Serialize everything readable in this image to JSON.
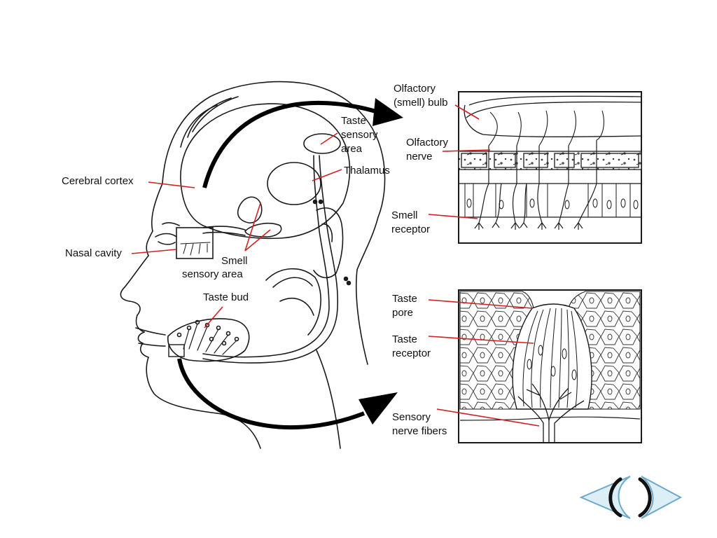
{
  "labels": {
    "cerebral_cortex": "Cerebral cortex",
    "nasal_cavity": "Nasal cavity",
    "smell_sensory_area_1": "Smell",
    "smell_sensory_area_2": "sensory area",
    "taste_bud": "Taste bud",
    "taste_sensory_area_1": "Taste",
    "taste_sensory_area_2": "sensory",
    "taste_sensory_area_3": "area",
    "thalamus": "Thalamus",
    "olfactory_bulb_1": "Olfactory",
    "olfactory_bulb_2": "(smell) bulb",
    "olfactory_nerve_1": "Olfactory",
    "olfactory_nerve_2": "nerve",
    "smell_receptor_1": "Smell",
    "smell_receptor_2": "receptor",
    "taste_pore_1": "Taste",
    "taste_pore_2": "pore",
    "taste_receptor_1": "Taste",
    "taste_receptor_2": "receptor",
    "sensory_nerve_fibers_1": "Sensory",
    "sensory_nerve_fibers_2": "nerve fibers"
  },
  "nav": {
    "prev_icon": "chevron-left-icon",
    "next_icon": "chevron-right-icon"
  },
  "colors": {
    "leader_line": "#d32020",
    "outline": "#1a1a1a",
    "nav_fill": "#dceef6",
    "nav_stroke": "#6fa8c8"
  }
}
